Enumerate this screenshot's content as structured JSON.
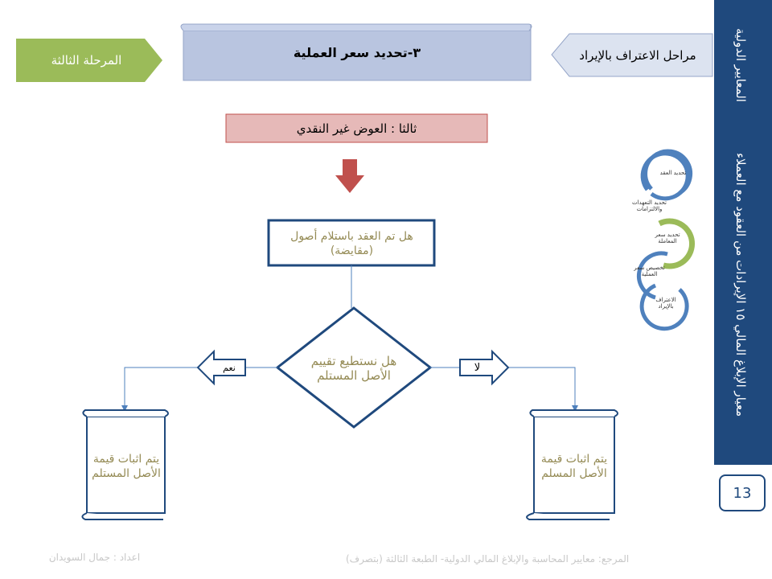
{
  "sidebar": {
    "top_title": "المعايير الدولية",
    "subtitle": "معيار الإبلاغ المالي ١٥ الإيرادات من العقود مع العملاء",
    "page_number": "13"
  },
  "header": {
    "stage_label": "المرحلة الثالثة",
    "section_title": "٣-تحديد سعر العملية",
    "steps_label": "مراحل الاعتراف بالإيراد"
  },
  "main": {
    "subheading": "ثالثا : العوض غير النقدي",
    "question_box": "هل تم العقد باستلام أصول (مقايضة)",
    "decision": "هل نستطيع تقييم الأصل المستلم",
    "yes_label": "نعم",
    "no_label": "لا",
    "yes_result": "يتم اثبات قيمة الأصل المستلم",
    "no_result": "يتم اثبات قيمة الأصل المسلم"
  },
  "cycle": {
    "steps": [
      "تحديد العقد",
      "تحديد التعهدات والالتزامات",
      "تحديد سعر المعاملة",
      "تخصيص سعر العملية",
      "الاعتراف بالإيراد"
    ],
    "active_index": 2
  },
  "footer": {
    "reference": "المرجع: معايير المحاسبة والإبلاغ المالي الدولية- الطبعة الثالثة (بتصرف)",
    "author": "اعداد : جمال السويدان"
  },
  "colors": {
    "navy": "#1F497D",
    "green": "#9BBB59",
    "pink": "#E6B9B8",
    "red": "#C0504D",
    "olive": "#948A54",
    "blue": "#4F81BD"
  }
}
